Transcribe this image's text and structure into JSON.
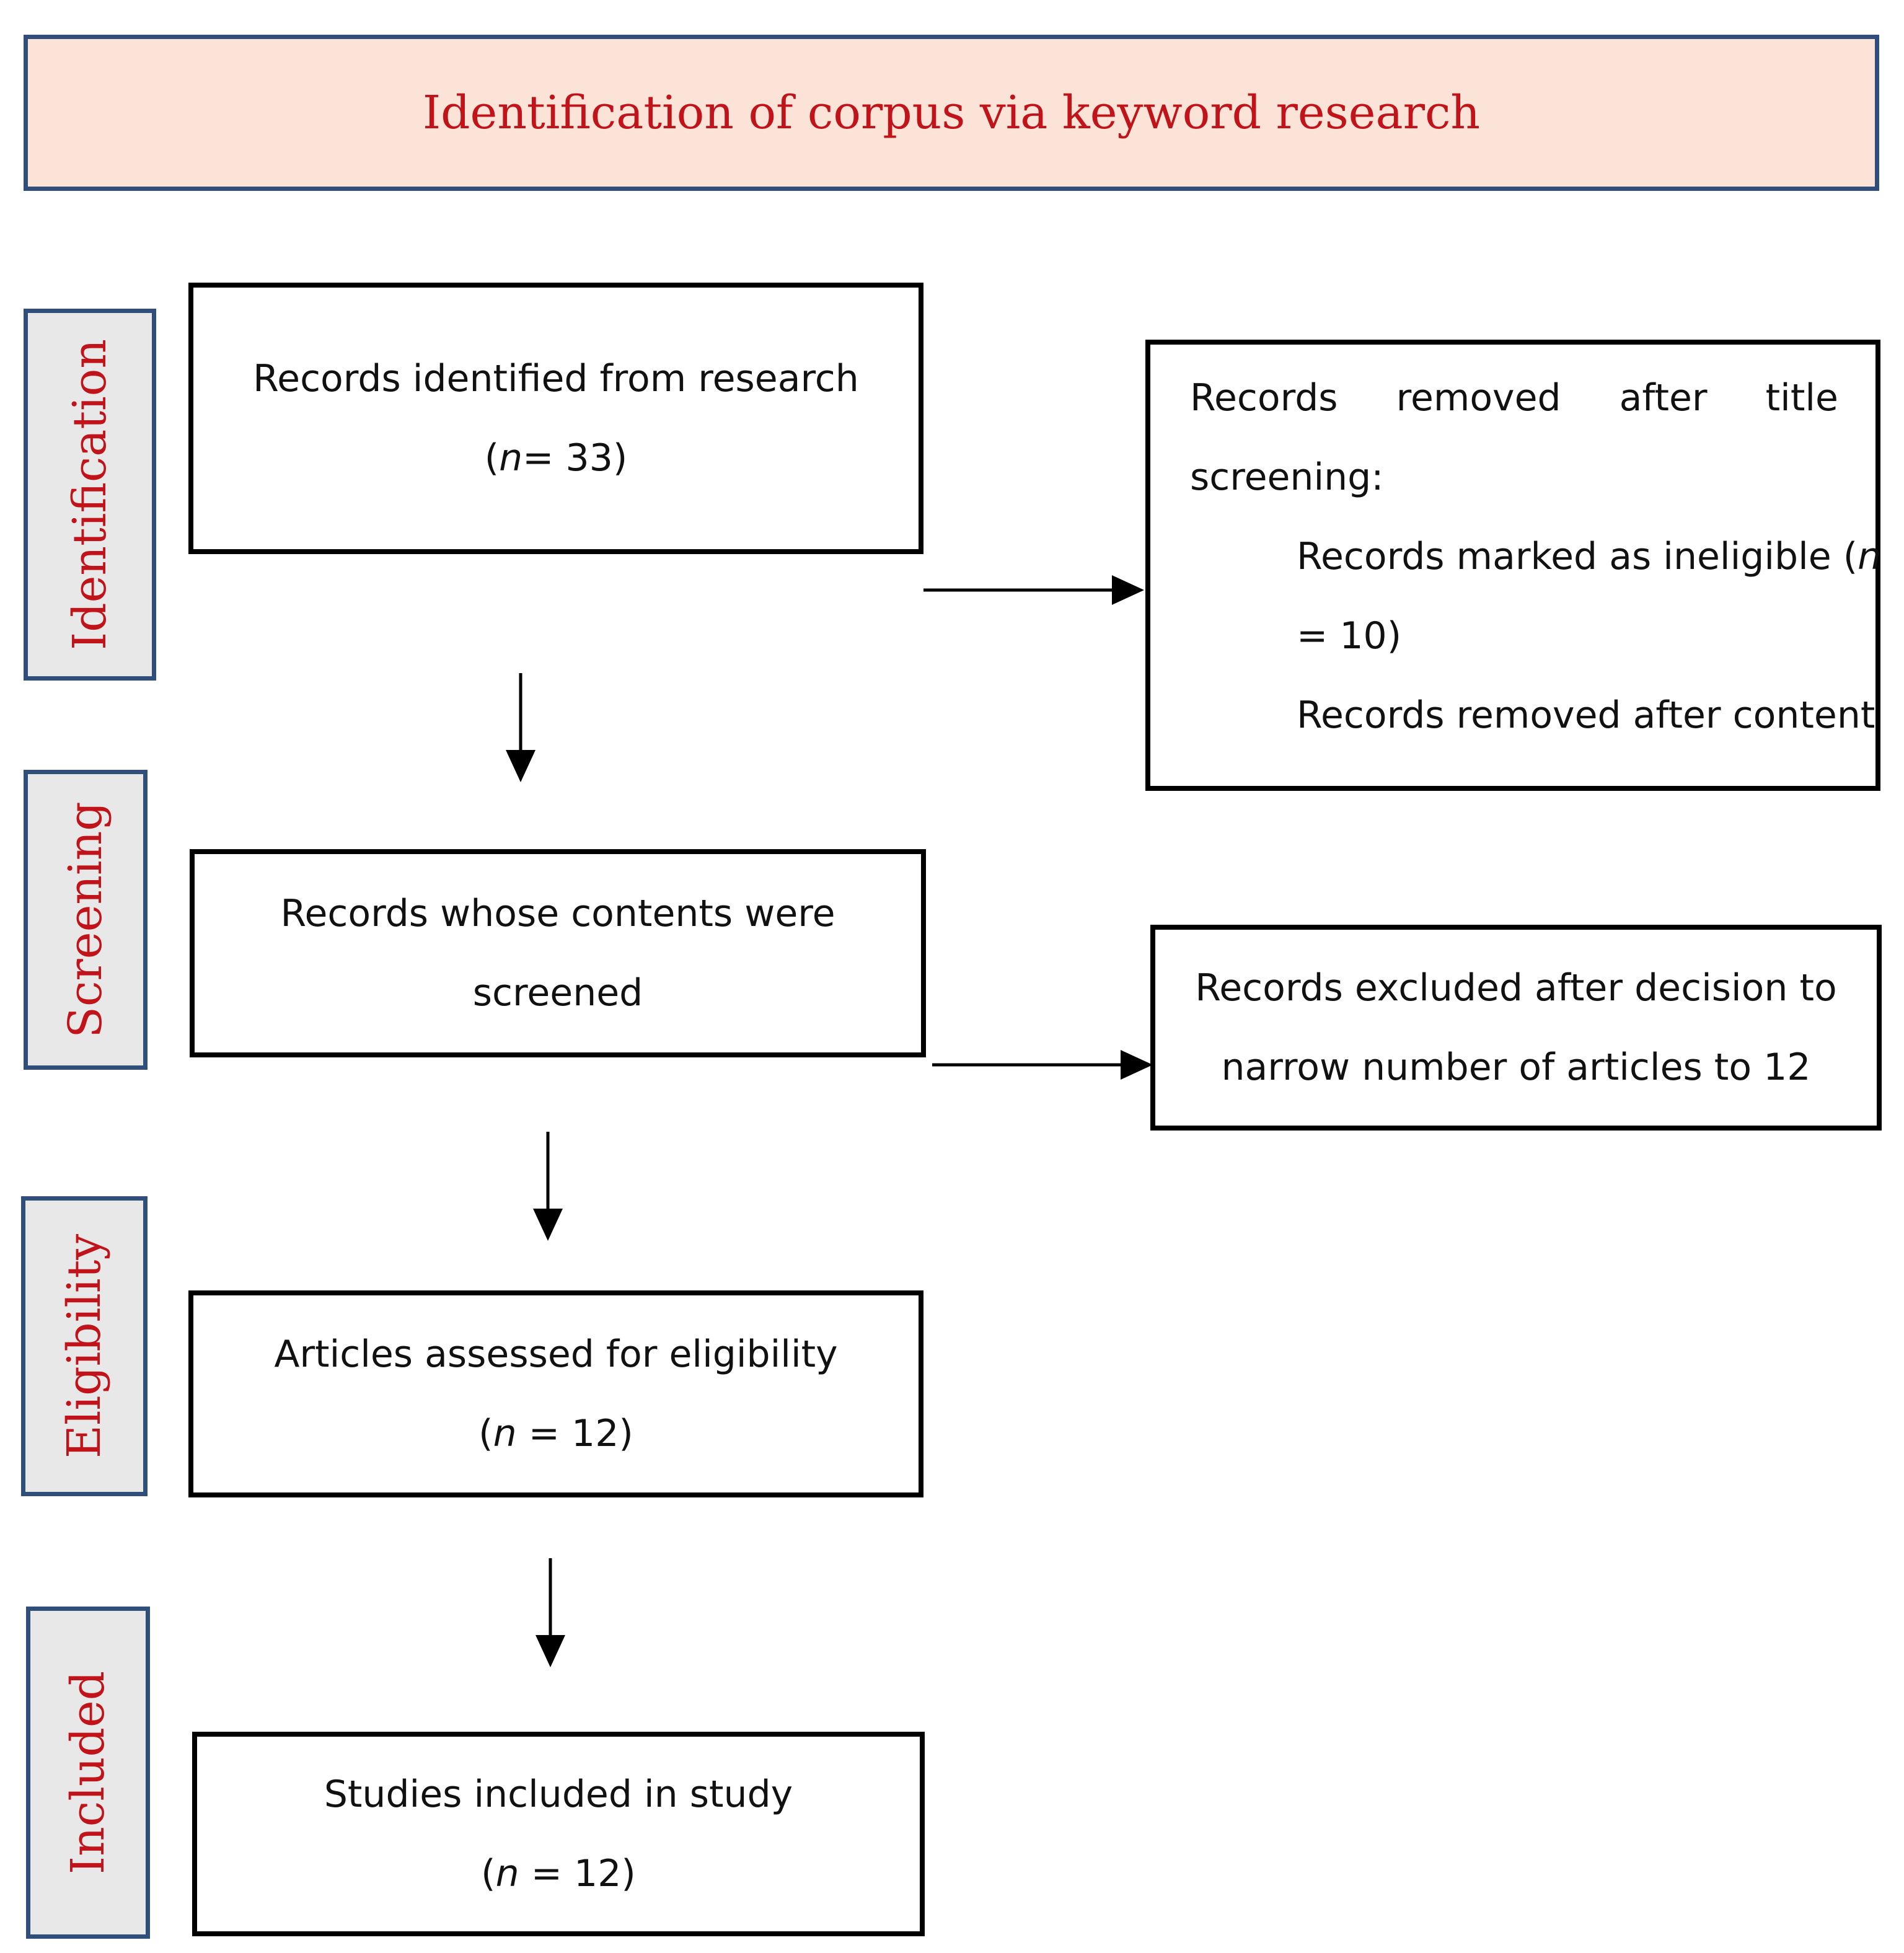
{
  "banner": {
    "title": "Identification of corpus via keyword research"
  },
  "stages": {
    "identification": "Identification",
    "screening": "Screening",
    "eligibility": "Eligibility",
    "included": "Included"
  },
  "boxes": {
    "records_identified": {
      "line1": "Records identified from research",
      "line2_open": "(",
      "n": "n",
      "line2_rest": "= 33)"
    },
    "records_screened": {
      "line1": "Records whose contents were",
      "line2": "screened"
    },
    "articles_assessed": {
      "line1": "Articles assessed for eligibility",
      "line2_open": "(",
      "n": "n",
      "line2_rest": " = 12)"
    },
    "studies_included": {
      "line1": "Studies included in study",
      "line2_open": "(",
      "n": "n",
      "line2_rest": " = 12)"
    }
  },
  "side_boxes": {
    "removed": {
      "words": [
        "Records",
        "removed",
        "after",
        "title"
      ],
      "line2": "screening:",
      "item1_text": "Records marked as ineligible (",
      "item1_n": "n",
      "item1_cont": "= 10)",
      "item2_text": "Records removed after content"
    },
    "excluded": {
      "line1": "Records excluded after decision to",
      "line2": "narrow number of articles to 12"
    }
  }
}
